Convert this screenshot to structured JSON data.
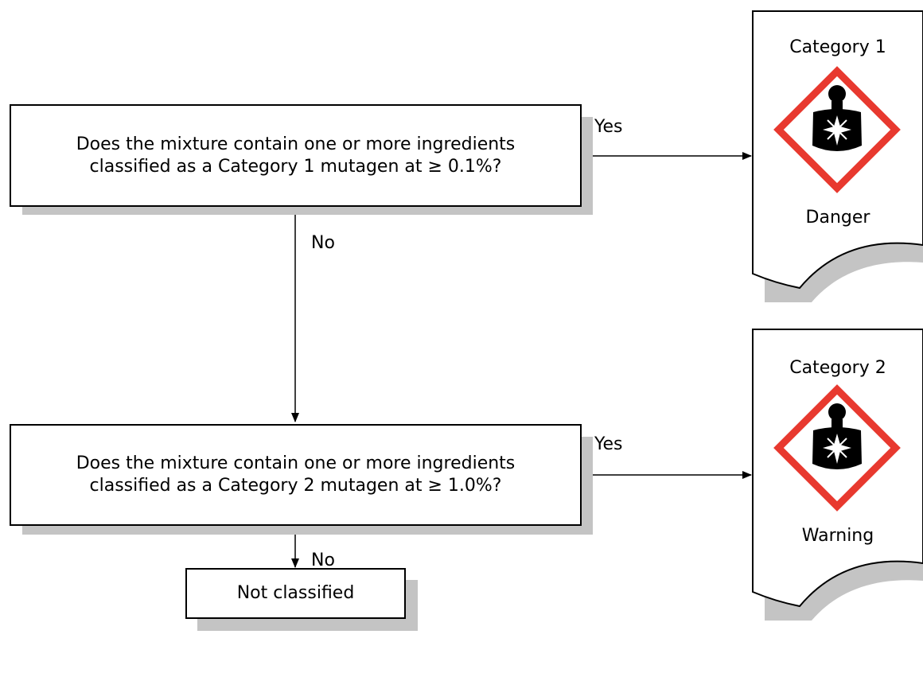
{
  "questions": [
    {
      "line1": "Does the mixture contain one or more ingredients",
      "line2": "classified as a Category 1 mutagen at ≥ 0.1%?"
    },
    {
      "line1": "Does the mixture contain one or more ingredients",
      "line2": "classified as a Category 2 mutagen at ≥ 1.0%?"
    }
  ],
  "edges": {
    "yes": "Yes",
    "no": "No"
  },
  "outcomes": [
    {
      "category": "Category 1",
      "signal_word": "Danger",
      "pictogram": "health-hazard-icon"
    },
    {
      "category": "Category 2",
      "signal_word": "Warning",
      "pictogram": "health-hazard-icon"
    }
  ],
  "terminal": "Not classified",
  "colors": {
    "pictogram_border": "#e8392f",
    "pictogram_symbol": "#000000",
    "shadow": "#c4c4c4"
  }
}
